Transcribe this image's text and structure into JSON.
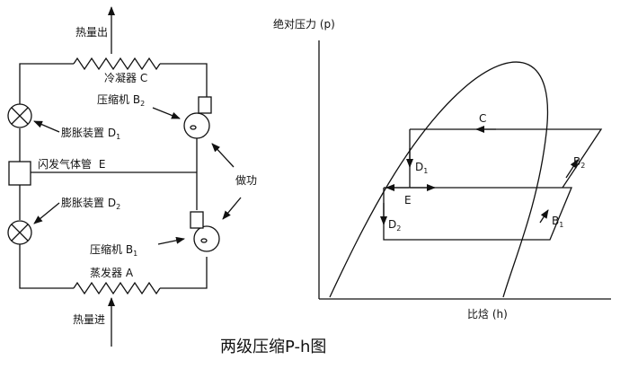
{
  "circuit": {
    "heat_out": "热量出",
    "heat_in": "热量进",
    "condenser": {
      "name": "冷凝器",
      "letter": "C"
    },
    "evaporator": {
      "name": "蒸发器",
      "letter": "A"
    },
    "compressor_b2": {
      "name": "压缩机",
      "letter": "B",
      "sub": "2"
    },
    "compressor_b1": {
      "name": "压缩机",
      "letter": "B",
      "sub": "1"
    },
    "expansion_d1": {
      "name": "膨胀装置",
      "letter": "D",
      "sub": "1"
    },
    "expansion_d2": {
      "name": "膨胀装置",
      "letter": "D",
      "sub": "2"
    },
    "flash_pipe": {
      "name": "闪发气体管",
      "letter": "E"
    },
    "work": "做功"
  },
  "ph_diagram": {
    "y_axis_label": "绝对压力 (p)",
    "x_axis_label": "比焓 (h)",
    "labels": {
      "C": "C",
      "D1": {
        "letter": "D",
        "sub": "1"
      },
      "E": "E",
      "D2": {
        "letter": "D",
        "sub": "2"
      },
      "B1": {
        "letter": "B",
        "sub": "1"
      },
      "B2": {
        "letter": "B",
        "sub": "2"
      }
    }
  },
  "caption": "两级压缩P-h图",
  "colors": {
    "stroke": "#111111",
    "background": "#ffffff"
  }
}
